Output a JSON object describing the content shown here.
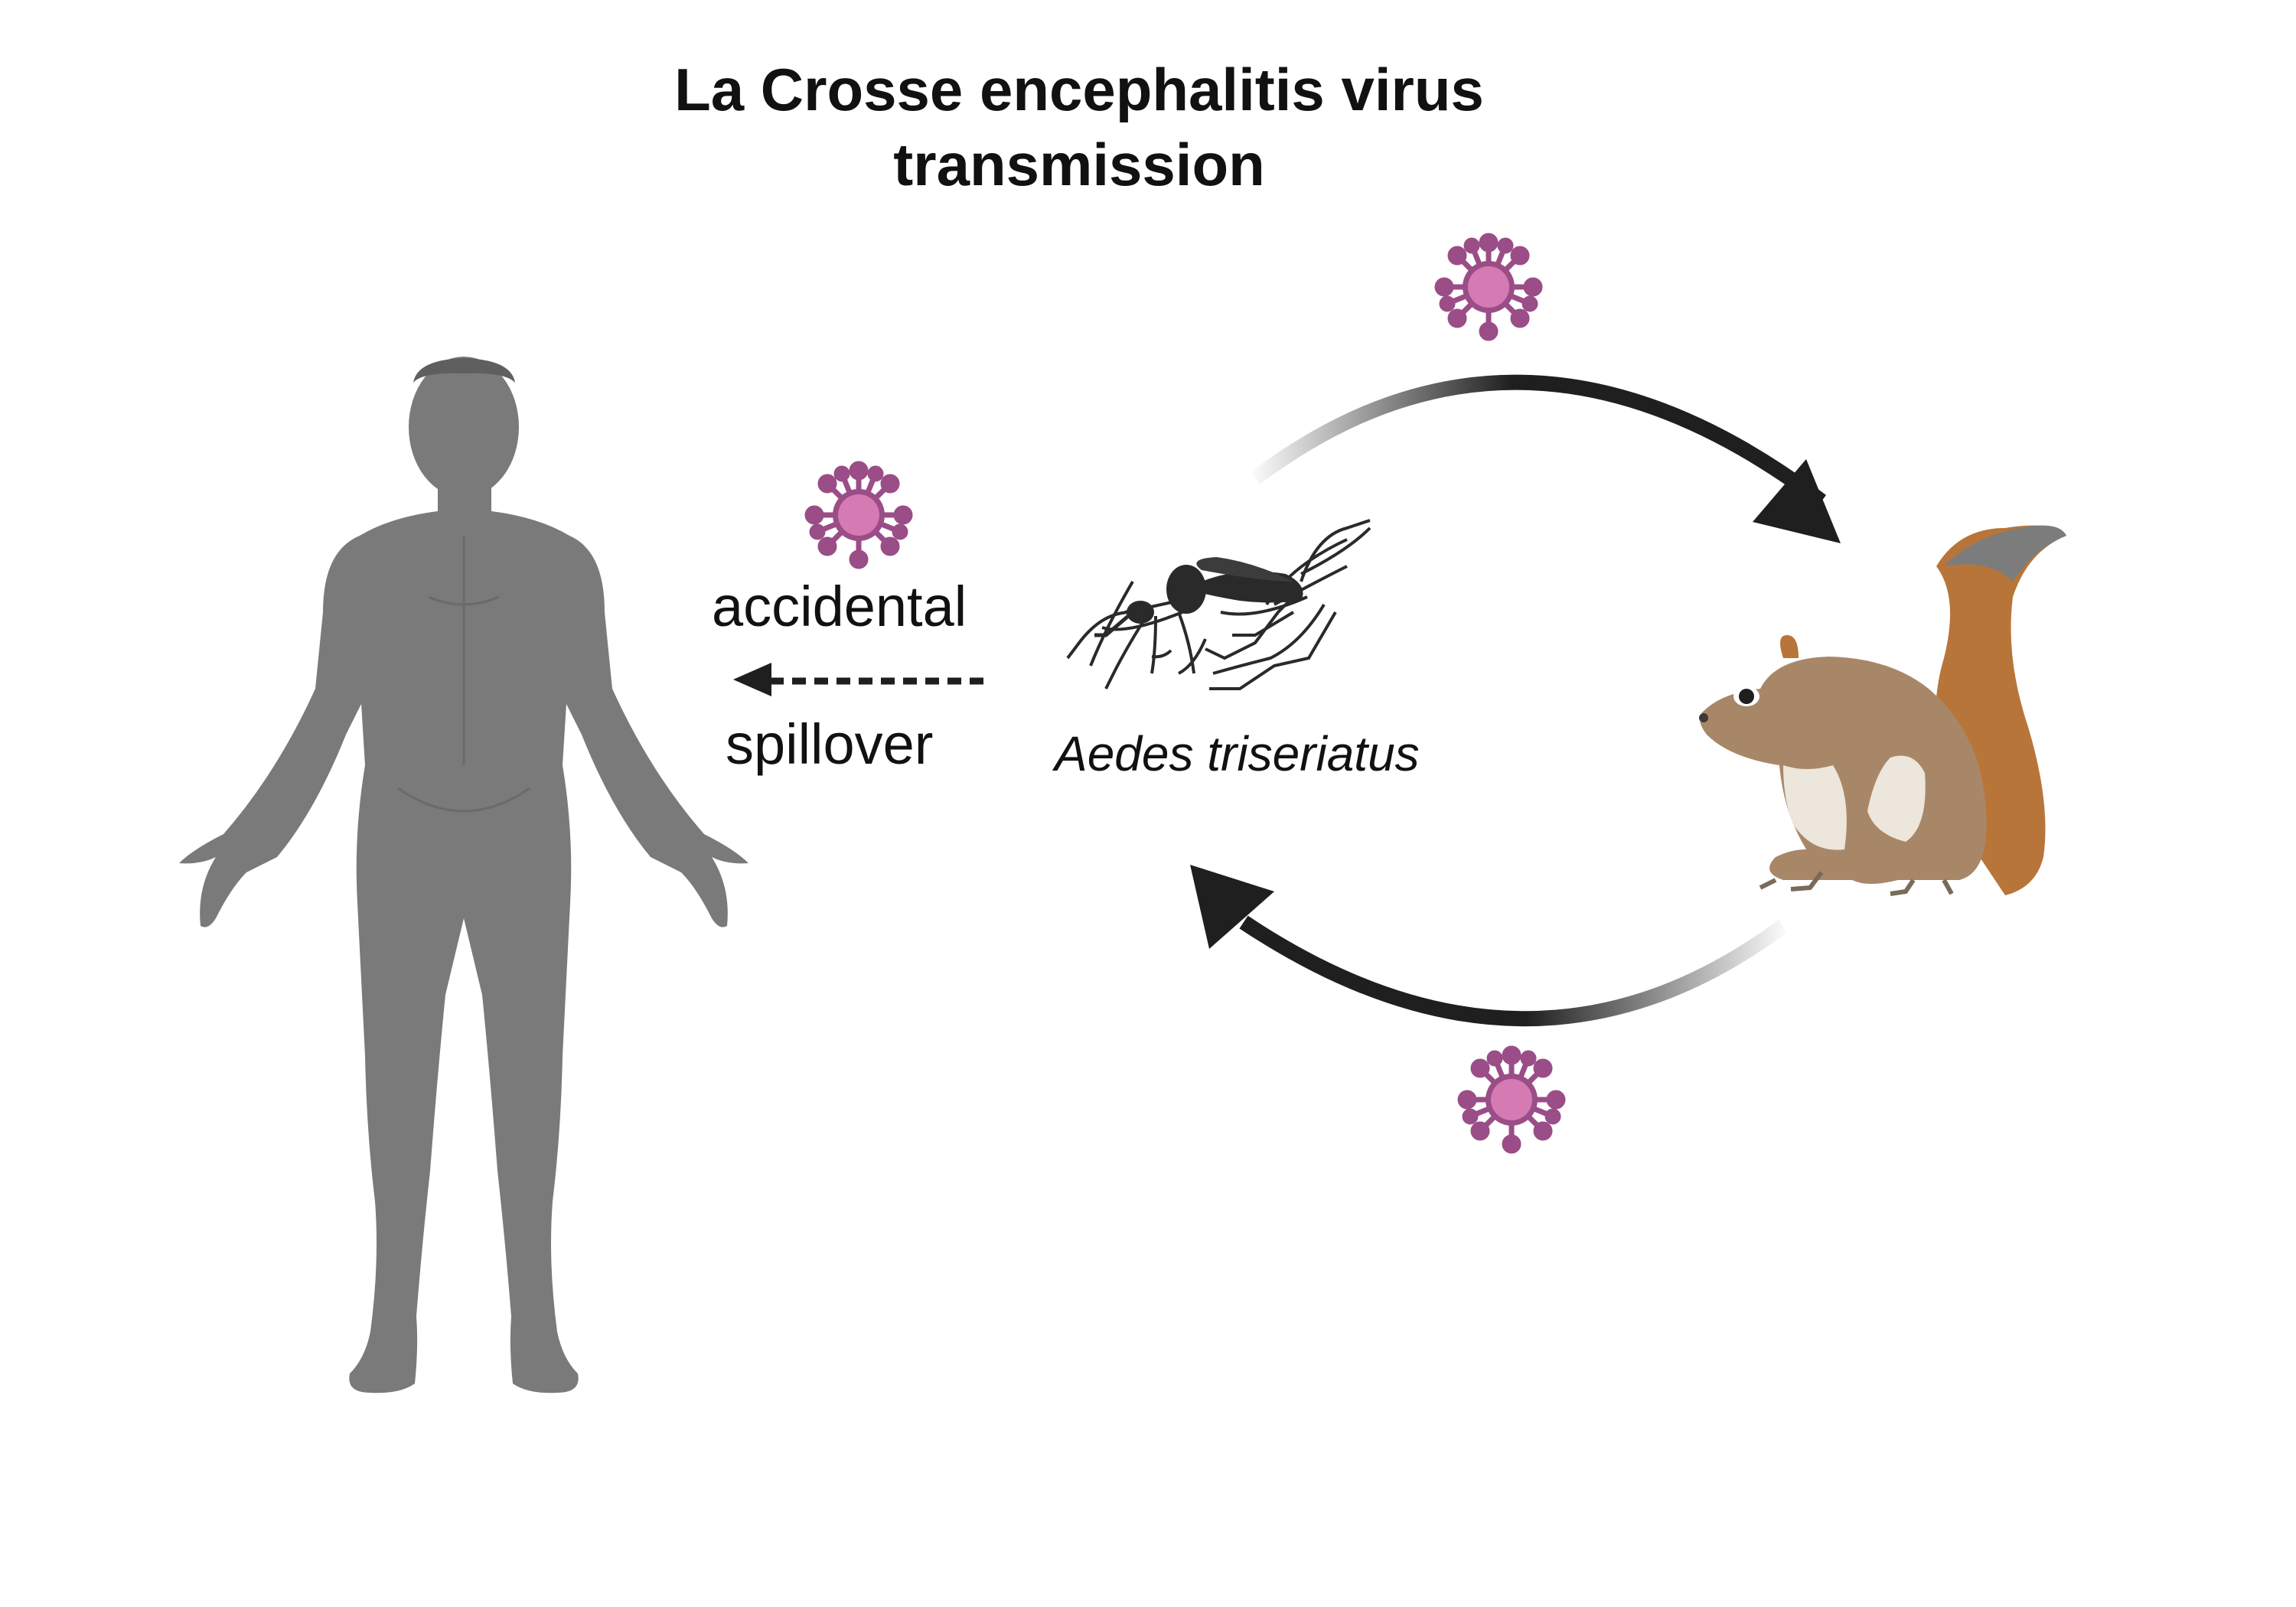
{
  "title": {
    "line1": "La Crosse encephalitis virus",
    "line2": "transmission"
  },
  "labels": {
    "accidental": "accidental",
    "spillover": "spillover",
    "vector_species": "Aedes triseriatus"
  },
  "colors": {
    "human": "#7a7a7a",
    "arrow": "#1f1f1f",
    "virus_body": "#d57ab3",
    "virus_spikes": "#9a4d86",
    "squirrel_fur": "#a88768",
    "squirrel_tail": "#b8753a",
    "squirrel_belly": "#ece6dc",
    "mosquito": "#2a2a2a"
  },
  "icons": [
    "human-figure-icon",
    "mosquito-icon",
    "squirrel-icon",
    "virus-icon"
  ]
}
